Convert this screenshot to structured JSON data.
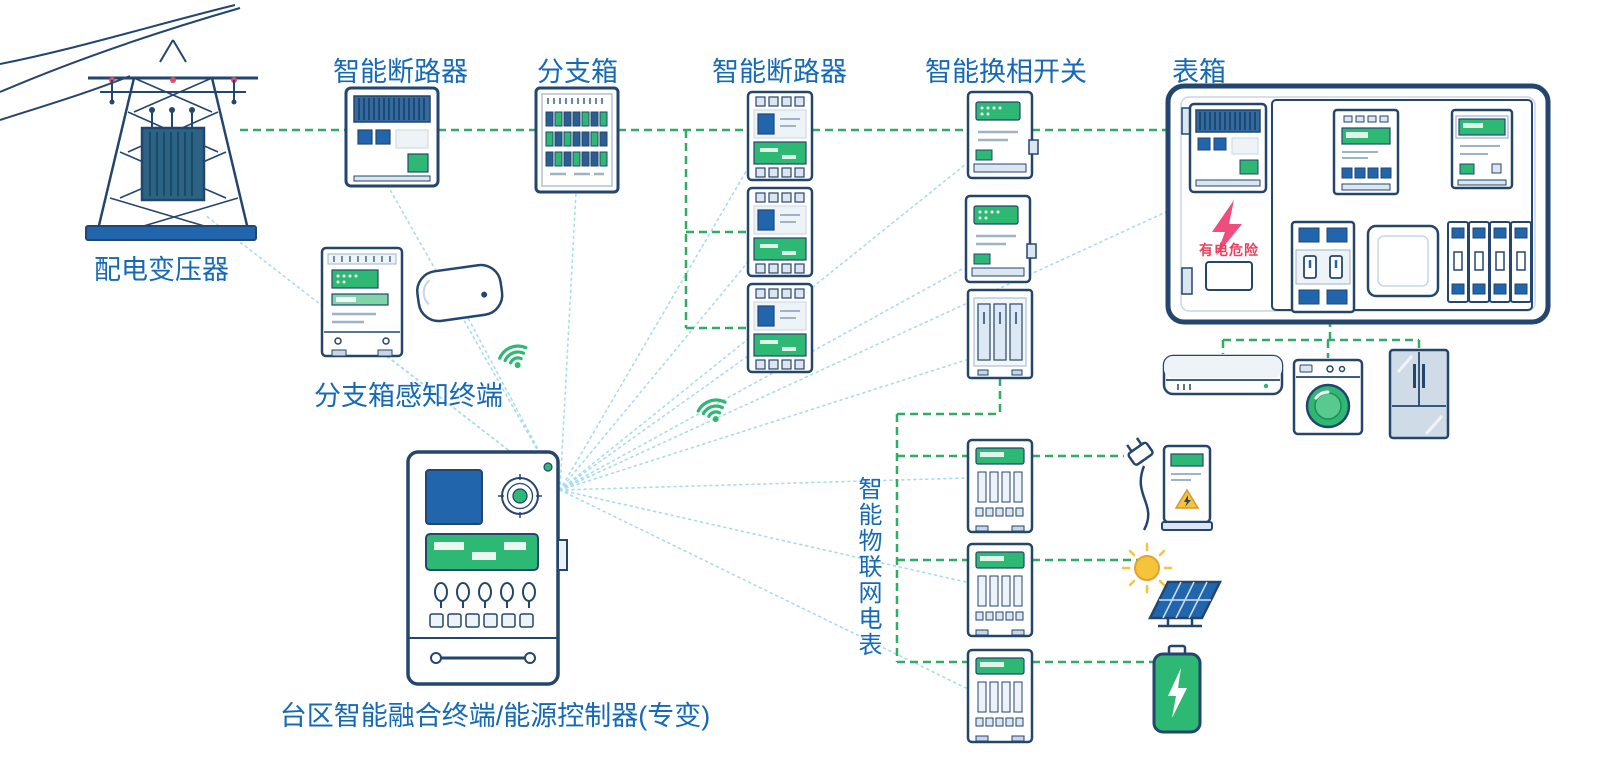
{
  "labels": {
    "smart_breaker_1": "智能断路器",
    "branch_box": "分支箱",
    "smart_breaker_2": "智能断路器",
    "phase_switch": "智能换相开关",
    "meter_box": "表箱",
    "transformer": "配电变压器",
    "branch_sensor_terminal": "分支箱感知终端",
    "fusion_terminal": "台区智能融合终端/能源控制器(专变)",
    "iot_meter": "智能物联网电表",
    "danger_warning": "有电危险"
  },
  "colors": {
    "label_blue": "#1569b5",
    "bus_green_dashed": "#2fae63",
    "comm_blue_dotted": "#a8dcee",
    "device_green": "#2db873",
    "accent_blue": "#2166ac",
    "outline_navy": "#24466e",
    "danger_pink": "#ef4d7e",
    "danger_red": "#e8415f",
    "sun_yellow": "#f6c33d"
  }
}
